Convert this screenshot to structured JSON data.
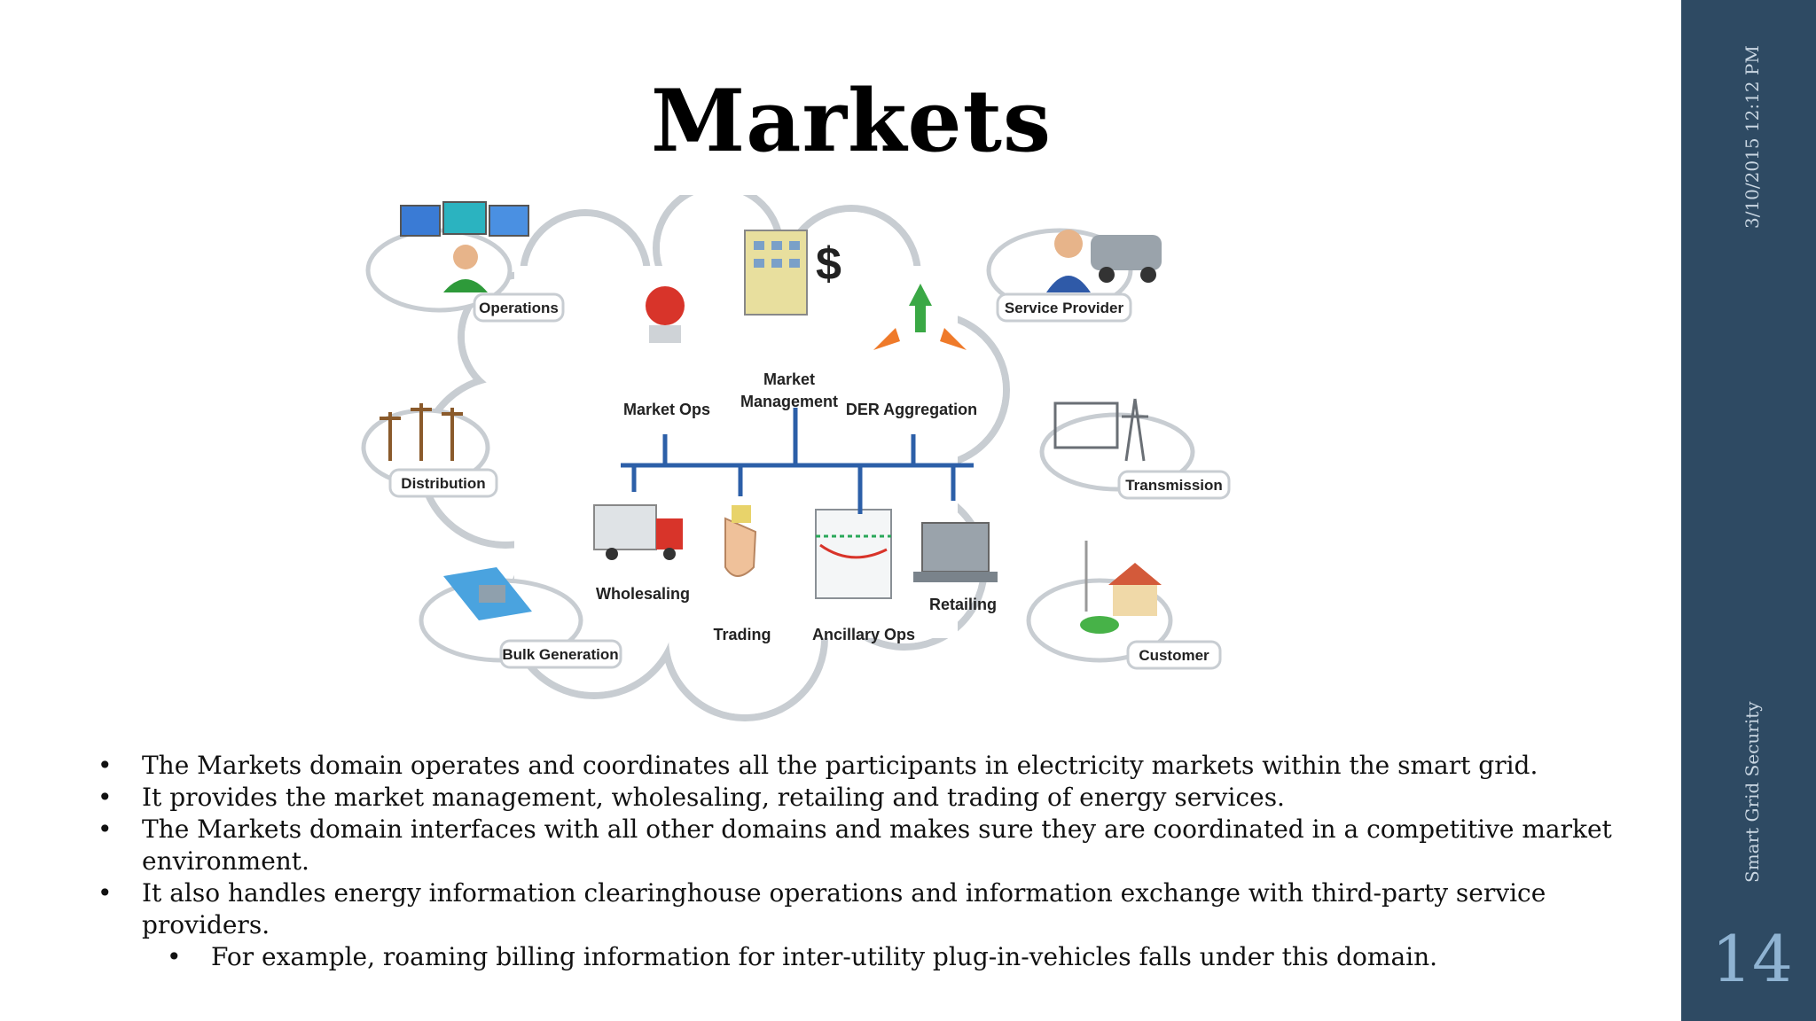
{
  "slide": {
    "title": "Markets",
    "date": "3/10/2015 12:12 PM",
    "footer": "Smart Grid Security",
    "page_number": "14"
  },
  "diagram": {
    "outer_labels": {
      "operations": "Operations",
      "service_provider": "Service Provider",
      "distribution": "Distribution",
      "transmission": "Transmission",
      "bulk_generation": "Bulk Generation",
      "customer": "Customer"
    },
    "inner_top": {
      "market_ops": "Market Ops",
      "market_management_1": "Market",
      "market_management_2": "Management",
      "der_aggregation": "DER Aggregation"
    },
    "inner_bottom": {
      "wholesaling": "Wholesaling",
      "trading": "Trading",
      "ancillary_ops": "Ancillary Ops",
      "retailing": "Retailing"
    }
  },
  "bullets": [
    "The Markets domain operates and coordinates all the participants in electricity markets within the smart grid.",
    "It provides the market management, wholesaling, retailing and trading of energy services.",
    "The Markets domain interfaces with all other domains and makes sure they are coordinated in a competitive market environment.",
    "It also handles energy information clearinghouse operations and information exchange with third-party service providers."
  ],
  "sub_bullets": [
    "For example, roaming billing information for inter-utility plug-in-vehicles falls under this domain."
  ],
  "colors": {
    "sidebar": "#2e4a63",
    "bus_line": "#2c5fa8",
    "cloud_stroke": "#c8cdd2"
  }
}
